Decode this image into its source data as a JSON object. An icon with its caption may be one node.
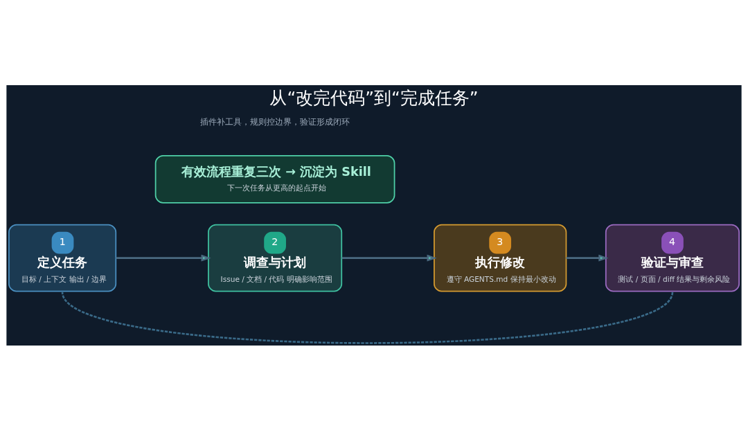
{
  "diagram": {
    "title": "从“改完代码”到“完成任务”",
    "nodes": [
      {
        "text": [
          "1",
          "定义任务",
          "目标 / 上下文 输出 / 边界"
        ]
      },
      {
        "text": [
          "2",
          "调查与计划",
          "Issue / 文档 / 代码 明确影响范围"
        ]
      },
      {
        "text": [
          "3",
          "执行修改",
          "遵守 AGENTS.md 保持最小改动"
        ]
      },
      {
        "text": [
          "4",
          "验证与审查",
          "测试 / 页面 / diff 结果与剩余风险"
        ]
      },
      {
        "text": [
          "有效流程重复三次 → 沉淀为 Skill",
          "下一次任务从更高的起点开始"
        ]
      }
    ],
    "edges": [
      {
        "from": 0,
        "to": 1,
        "arrow": "to"
      },
      {
        "from": 1,
        "to": 2,
        "arrow": "to"
      },
      {
        "from": 2,
        "to": 3,
        "arrow": "to"
      },
      {
        "from": 3,
        "to": 0,
        "arrow": "none",
        "style": "dashed"
      }
    ],
    "labels": [
      "插件补工具，规则控边界，验证形成闭环"
    ]
  }
}
